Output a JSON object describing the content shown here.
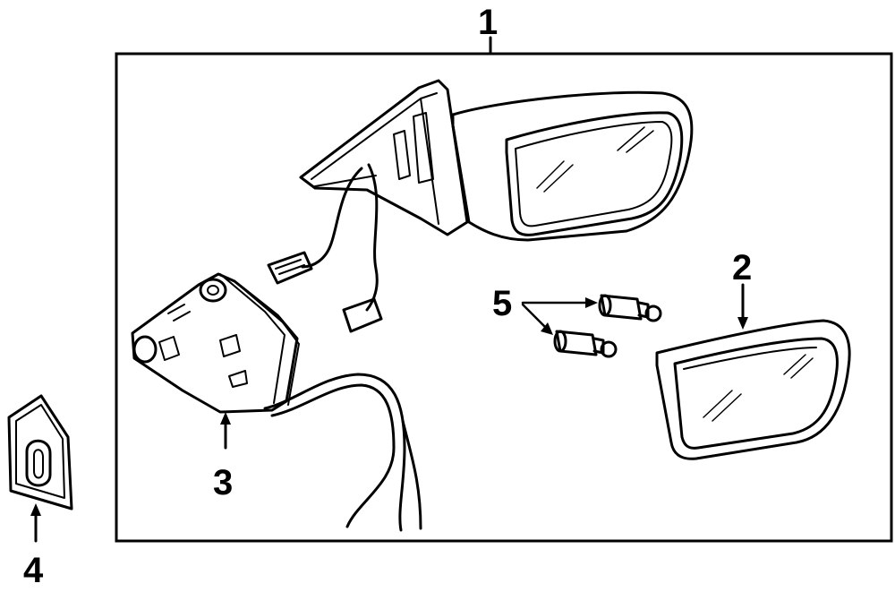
{
  "callouts": {
    "mirror_assembly": "1",
    "mirror_glass": "2",
    "motor": "3",
    "switch": "4",
    "bulbs": "5"
  },
  "colors": {
    "ink": "#000000",
    "background": "#ffffff"
  }
}
